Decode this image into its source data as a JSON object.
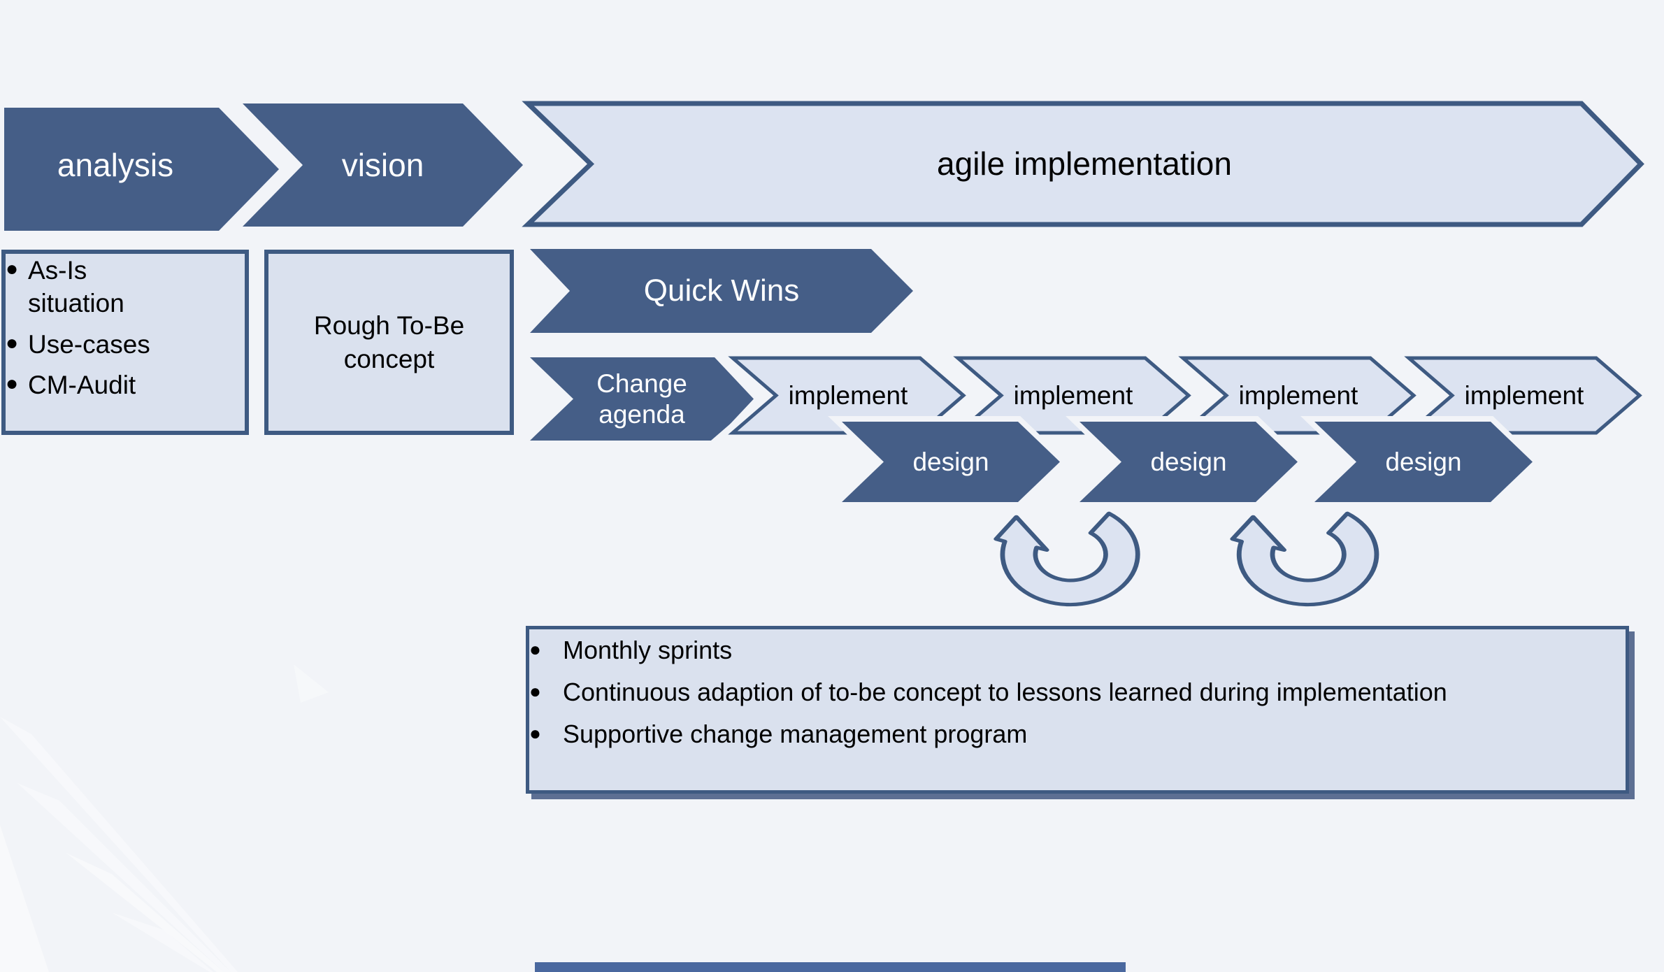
{
  "palette": {
    "bg": "#f2f4f8",
    "dark": "#455e87",
    "dark_stroke": "#3e5a82",
    "light": "#dce3f1",
    "box": "#dae1ee",
    "shadow": "#5d6f93",
    "strip": "#4a689f",
    "text_dark": "#000000",
    "text_light": "#ffffff",
    "deco_white": "#ffffff"
  },
  "phases": {
    "analysis": {
      "label": "analysis"
    },
    "vision": {
      "label": "vision"
    },
    "agile": {
      "label": "agile implementation"
    }
  },
  "analysis_box": {
    "items": [
      {
        "text": "As-Is situation"
      },
      {
        "text": "Use-cases"
      },
      {
        "text": "CM-Audit"
      }
    ]
  },
  "vision_box": {
    "label": "Rough To-Be\nconcept"
  },
  "quick_wins": {
    "label": "Quick Wins"
  },
  "change_agenda": {
    "label": "Change\nagenda"
  },
  "implement_arrows": [
    {
      "label": "implement"
    },
    {
      "label": "implement"
    },
    {
      "label": "implement"
    },
    {
      "label": "implement"
    }
  ],
  "design_arrows": [
    {
      "label": "design"
    },
    {
      "label": "design"
    },
    {
      "label": "design"
    }
  ],
  "summary_box": {
    "items": [
      {
        "text": "Monthly sprints"
      },
      {
        "text": "Continuous adaption of to-be concept to lessons learned during implementation"
      },
      {
        "text": "Supportive change management program"
      }
    ]
  }
}
